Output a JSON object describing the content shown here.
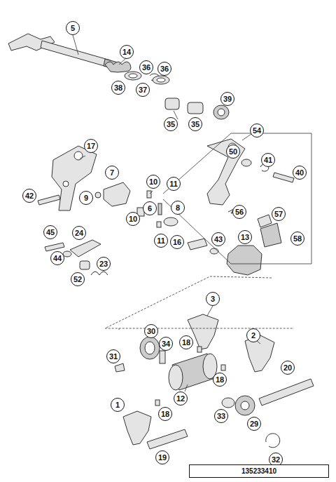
{
  "diagram": {
    "nodes": [
      {
        "text": [
          "135233410"
        ]
      }
    ],
    "labels": [
      "5",
      "14",
      "36",
      "38",
      "37",
      "36",
      "35",
      "35",
      "39",
      "54",
      "17",
      "50",
      "41",
      "40",
      "7",
      "10",
      "11",
      "42",
      "9",
      "10",
      "6",
      "8",
      "11",
      "56",
      "57",
      "58",
      "16",
      "43",
      "13",
      "45",
      "24",
      "44",
      "52",
      "23",
      "3",
      "30",
      "34",
      "18",
      "31",
      "2",
      "18",
      "20",
      "12",
      "1",
      "18",
      "33",
      "29",
      "19",
      "32"
    ]
  }
}
